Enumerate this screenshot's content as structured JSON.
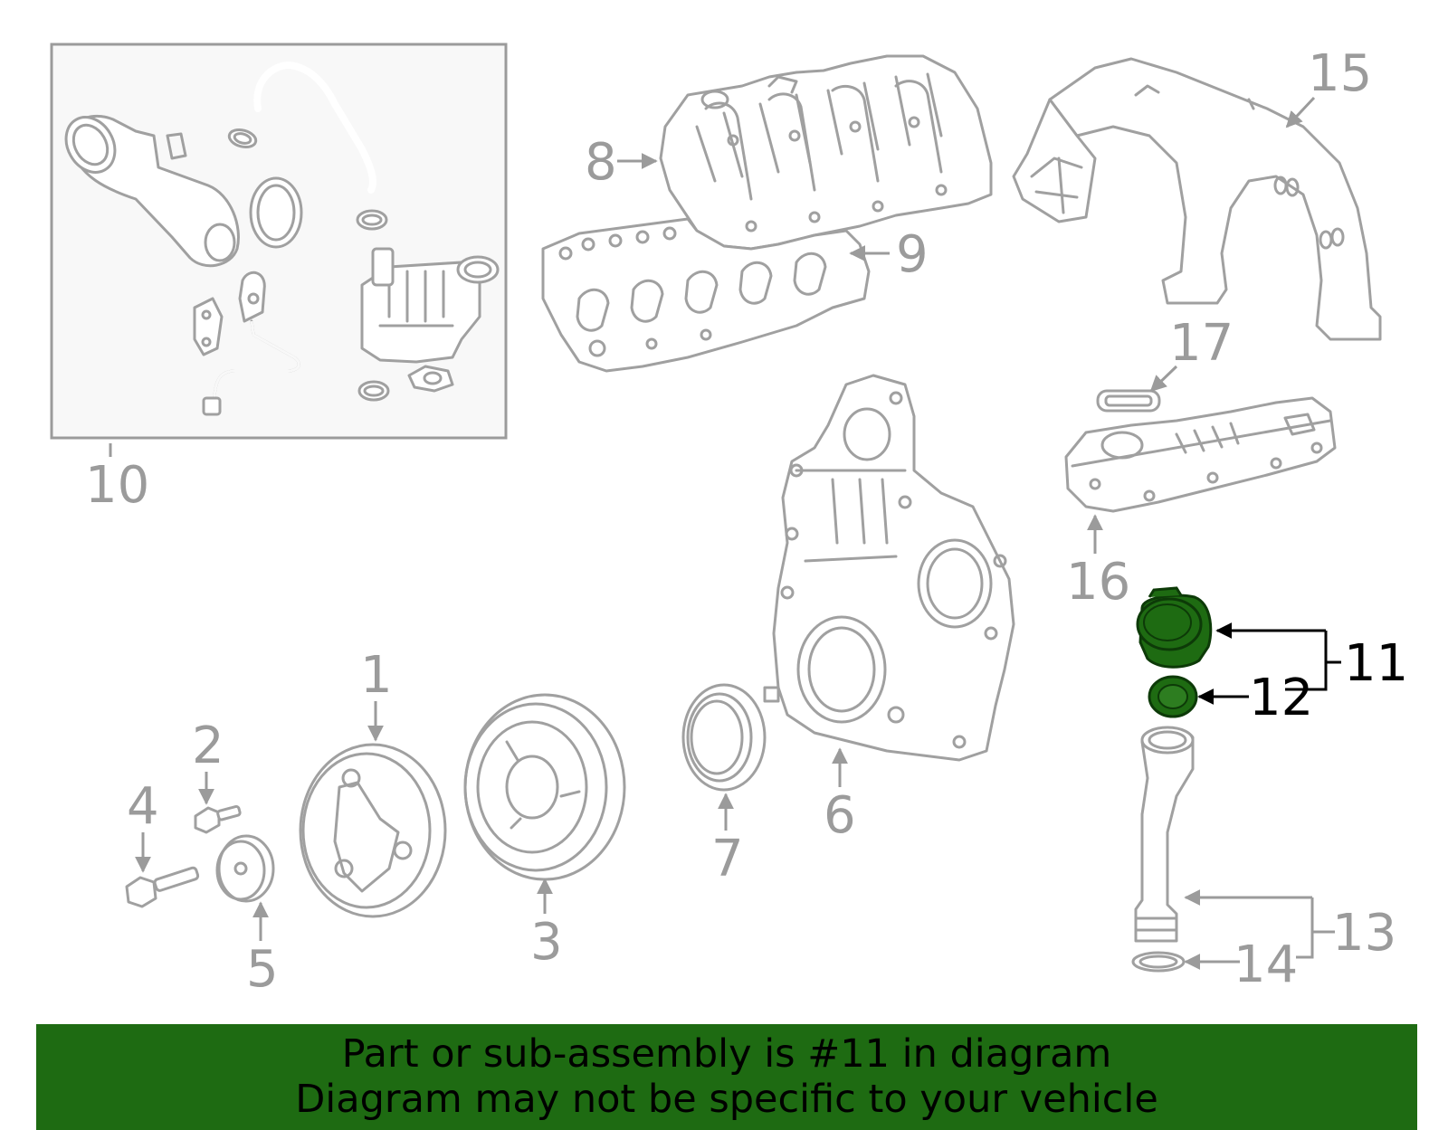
{
  "diagram": {
    "callouts": {
      "c1": "1",
      "c2": "2",
      "c3": "3",
      "c4": "4",
      "c5": "5",
      "c6": "6",
      "c7": "7",
      "c8": "8",
      "c9": "9",
      "c10": "10",
      "c11": "11",
      "c12": "12",
      "c13": "13",
      "c14": "14",
      "c15": "15",
      "c16": "16",
      "c17": "17"
    },
    "highlighted_part": "11",
    "highlight_color": "#1e6b12",
    "part_line_color": "#a0a0a0"
  },
  "banner": {
    "line1": "Part or sub-assembly is #11 in diagram",
    "line2": "Diagram may not be specific to your vehicle",
    "background_color": "#1e6b12"
  }
}
